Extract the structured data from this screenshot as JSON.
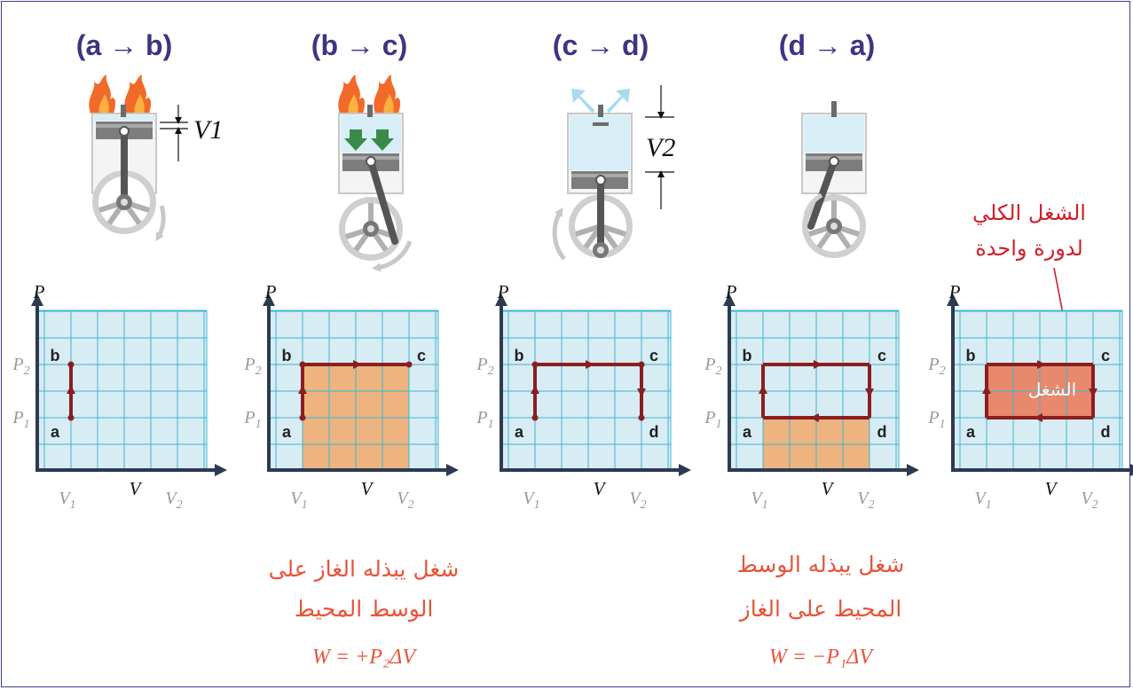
{
  "stages": [
    {
      "title": "(a → b)"
    },
    {
      "title": "(b → c)"
    },
    {
      "title": "(c → d)"
    },
    {
      "title": "(d → a)"
    }
  ],
  "volume_labels": {
    "v1": "V1",
    "v2": "V2"
  },
  "graph_labels": {
    "p_axis": "P",
    "v_axis": "V",
    "p1": "P1",
    "p2": "P2",
    "v1": "V1",
    "v2": "V2",
    "a": "a",
    "b": "b",
    "c": "c",
    "d": "d"
  },
  "total_work_label": {
    "line1": "الشغل الكلي",
    "line2": "لدورة واحدة"
  },
  "work_region_label": "الشغل",
  "captions": {
    "gas_on_surroundings": {
      "line1": "شغل يبذله الغاز على",
      "line2": "الوسط المحيط",
      "equation": "W = +P₂ΔV"
    },
    "surroundings_on_gas": {
      "line1": "شغل يبذله الوسط",
      "line2": "المحيط على الغاز",
      "equation": "W = −P₁ΔV"
    }
  },
  "colors": {
    "title": "#3b3584",
    "grid_fill": "#d8ecf4",
    "grid_line": "#3fb5d0",
    "path": "#8b1e1e",
    "work_fill": "#edb47f",
    "total_work_fill": "#e8886d",
    "caption": "#e8543a",
    "label_red": "#d01f2b"
  }
}
